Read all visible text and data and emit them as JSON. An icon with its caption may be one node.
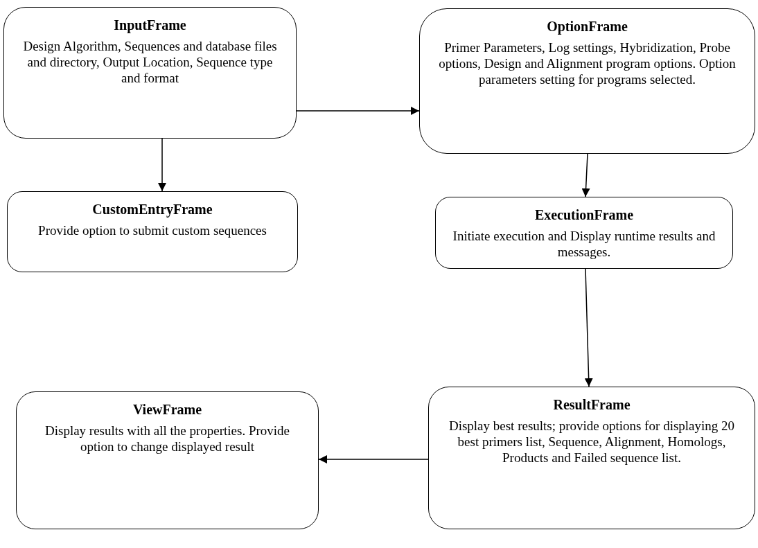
{
  "diagram": {
    "nodes": [
      {
        "text": [
          "InputFrame",
          "Design Algorithm, Sequences and database files and directory, Output Location, Sequence type and format"
        ]
      },
      {
        "text": [
          "OptionFrame",
          "Primer Parameters, Log settings, Hybridization, Probe options, Design and Alignment program options. Option parameters setting for programs selected."
        ]
      },
      {
        "text": [
          "CustomEntryFrame",
          "Provide option to submit custom sequences"
        ]
      },
      {
        "text": [
          "ExecutionFrame",
          "Initiate execution and Display runtime results and messages."
        ]
      },
      {
        "text": [
          "ViewFrame",
          "Display results with all the properties. Provide option to change displayed result"
        ]
      },
      {
        "text": [
          "ResultFrame",
          "Display best results; provide options for displaying 20 best primers list, Sequence, Alignment, Homologs, Products and Failed sequence list."
        ]
      }
    ],
    "edges": [
      {
        "from": 0,
        "to": 1,
        "arrow": "to"
      },
      {
        "from": 0,
        "to": 2,
        "arrow": "to"
      },
      {
        "from": 1,
        "to": 3,
        "arrow": "to"
      },
      {
        "from": 3,
        "to": 5,
        "arrow": "to"
      },
      {
        "from": 5,
        "to": 4,
        "arrow": "to"
      }
    ]
  }
}
